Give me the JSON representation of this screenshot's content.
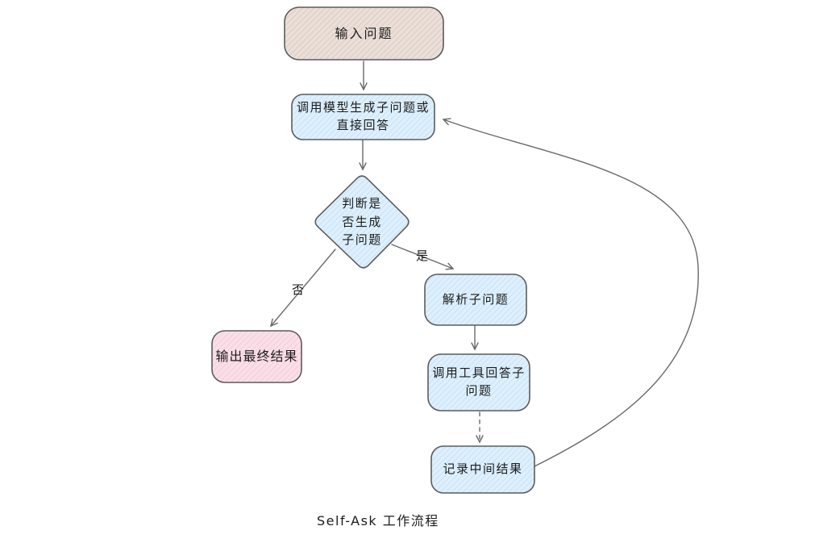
{
  "diagram": {
    "caption": "Self-Ask 工作流程",
    "nodes": {
      "input": {
        "label": "输入问题"
      },
      "call_model": {
        "line1": "调用模型生成子问题或",
        "line2": "直接回答"
      },
      "decision": {
        "line1": "判断是",
        "line2": "否生成",
        "line3": "子问题"
      },
      "parse": {
        "label": "解析子问题"
      },
      "call_tool": {
        "line1": "调用工具回答子",
        "line2": "问题"
      },
      "record": {
        "label": "记录中间结果"
      },
      "output": {
        "label": "输出最终结果"
      }
    },
    "edge_labels": {
      "yes": "是",
      "no": "否"
    },
    "colors": {
      "input_base": "#ebdfd9",
      "input_hatch": "#decbc2",
      "blue_base": "#def0fd",
      "blue_hatch": "#c9e2f6",
      "pink_base": "#fadfe9",
      "pink_hatch": "#f2cdda",
      "node_border": "#5c5c5c",
      "arrow": "#6a6a6a",
      "text": "#1c1c1c"
    }
  }
}
